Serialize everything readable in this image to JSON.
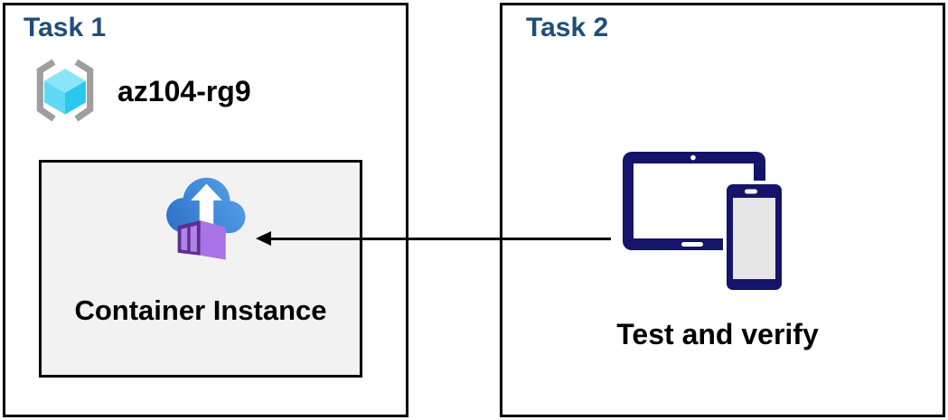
{
  "colors": {
    "heading_blue": "#1F4E79",
    "box_border": "#000000",
    "inner_box_fill": "#F2F2F2",
    "device_navy": "#14146B",
    "device_screen_gray": "#E6E6E6",
    "cloud_blue_dark": "#2D6FC8",
    "cloud_blue_light": "#58A2E9",
    "container_frame_purple": "#5B2F92",
    "container_panel_purple": "#B382E8",
    "container_side_purple": "#A873E6",
    "container_top_purple": "#BE92EE",
    "cube_top_cyan": "#8BE5F8",
    "cube_left_cyan": "#5FD9F4",
    "cube_right_cyan": "#2AC8EC",
    "bracket_gray": "#9E9E9E",
    "arrow_black": "#000000"
  },
  "task1": {
    "title": "Task 1",
    "resource_group": {
      "icon": "resource-group-icon",
      "name": "az104-rg9"
    },
    "container_instance": {
      "icon": "container-instance-icon",
      "label": "Container Instance"
    }
  },
  "task2": {
    "title": "Task 2",
    "devices": {
      "icon": "tablet-phone-devices-icon",
      "label": "Test and verify"
    }
  },
  "connector": {
    "type": "arrow",
    "direction": "right-to-left"
  }
}
